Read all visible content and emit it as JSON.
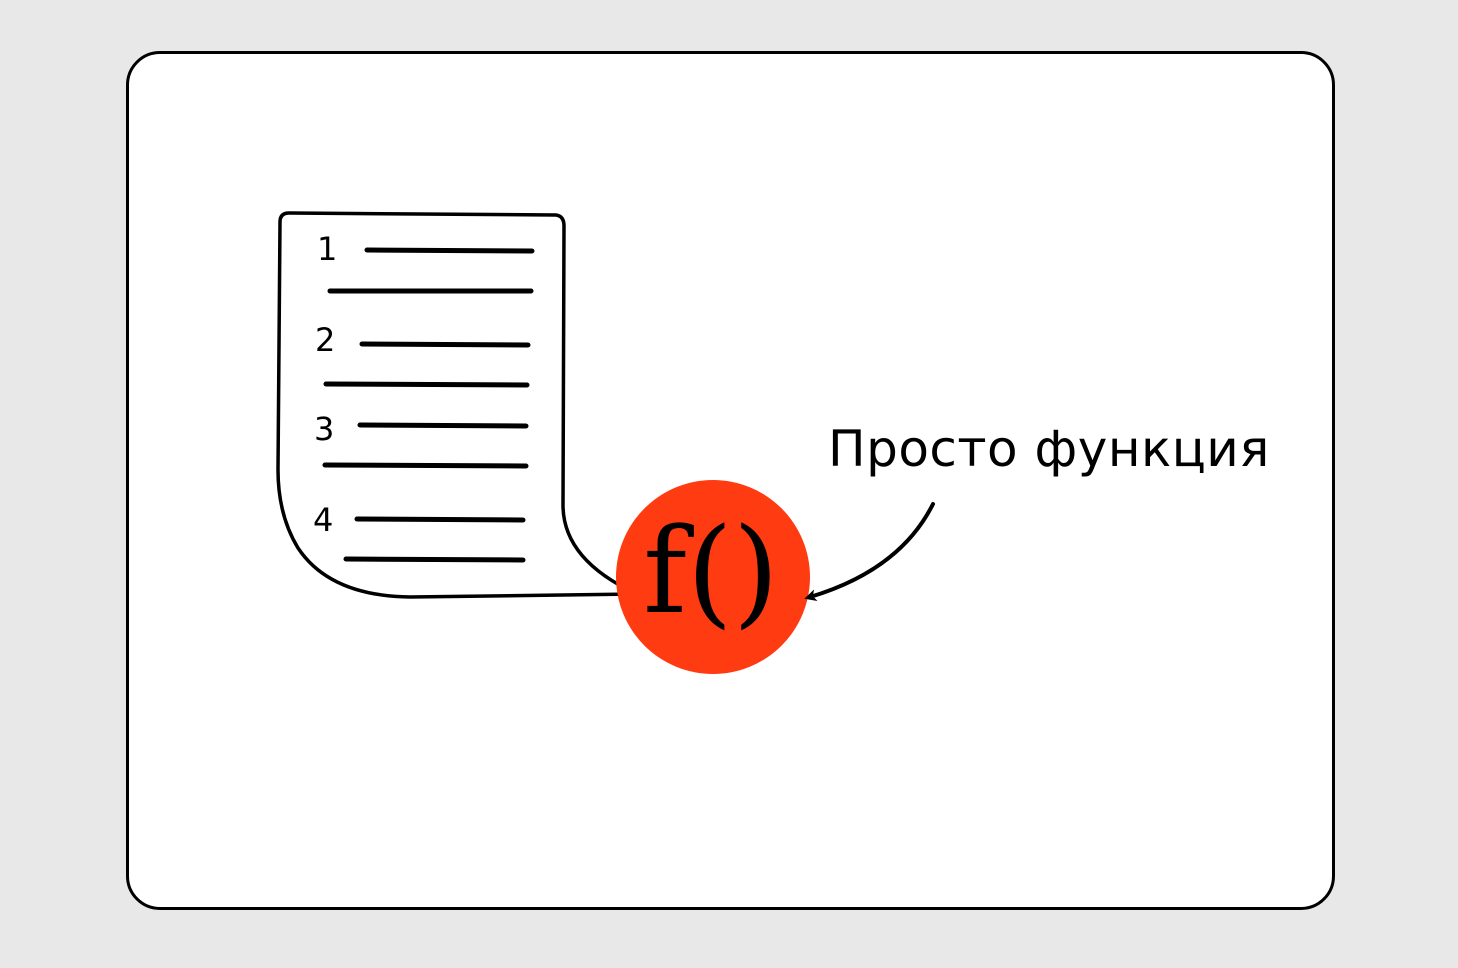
{
  "scroll": {
    "items": [
      {
        "number": "1"
      },
      {
        "number": "2"
      },
      {
        "number": "3"
      },
      {
        "number": "4"
      }
    ]
  },
  "function_badge": {
    "label": "f()",
    "color": "#ff3b12"
  },
  "caption": {
    "text": "Просто функция"
  }
}
